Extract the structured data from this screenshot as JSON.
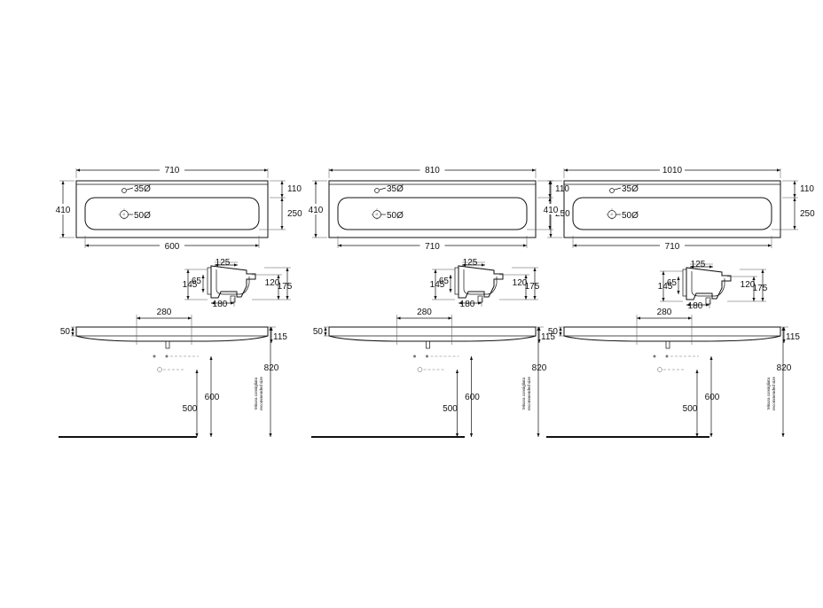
{
  "drawing": {
    "colors": {
      "line": "#111111",
      "background": "#ffffff"
    },
    "variants": [
      {
        "top": {
          "width": "710",
          "depth": "410",
          "basin_width": "600",
          "tap_offset": "110",
          "basin_depth": "250",
          "tap_hole": "35Ø",
          "waste": "50Ø"
        },
        "side": {
          "top": "125",
          "rim_height": "65",
          "depth": "145",
          "back_height": "120",
          "total_height": "175",
          "bottom": "180"
        },
        "front": {
          "rim": "50",
          "spacing": "280",
          "thickness": "115",
          "height": "820",
          "drain": "600",
          "inlet": "500",
          "note_line1": "Misura consigliata",
          "note_line2": "recommended size"
        }
      },
      {
        "top": {
          "width": "810",
          "depth": "410",
          "basin_width": "710",
          "tap_offset": "110",
          "basin_depth": "250",
          "tap_hole": "35Ø",
          "waste": "50Ø"
        },
        "side": {
          "top": "125",
          "rim_height": "65",
          "depth": "145",
          "back_height": "120",
          "total_height": "175",
          "bottom": "180"
        },
        "front": {
          "rim": "50",
          "spacing": "280",
          "thickness": "115",
          "height": "820",
          "drain": "600",
          "inlet": "500",
          "note_line1": "Misura consigliata",
          "note_line2": "recommended size"
        }
      },
      {
        "top": {
          "width": "1010",
          "depth": "410",
          "basin_width": "710",
          "tap_offset": "110",
          "basin_depth": "250",
          "tap_hole": "35Ø",
          "waste": "50Ø"
        },
        "side": {
          "top": "125",
          "rim_height": "65",
          "depth": "145",
          "back_height": "120",
          "total_height": "175",
          "bottom": "180"
        },
        "front": {
          "rim": "50",
          "spacing": "280",
          "thickness": "115",
          "height": "820",
          "drain": "600",
          "inlet": "500",
          "note_line1": "Misura consigliata",
          "note_line2": "recommended size"
        }
      }
    ]
  }
}
